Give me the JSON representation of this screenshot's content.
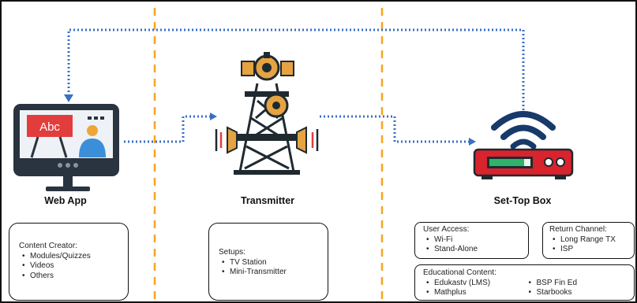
{
  "columns": {
    "web_app": {
      "title": "Web App",
      "box": {
        "heading": "Content Creator:",
        "items": [
          "Modules/Quizzes",
          "Videos",
          "Others"
        ]
      }
    },
    "transmitter": {
      "title": "Transmitter",
      "box": {
        "heading": "Setups:",
        "items": [
          "TV Station",
          "Mini-Transmitter"
        ]
      }
    },
    "set_top_box": {
      "title": "Set-Top Box",
      "user_access": {
        "heading": "User Access:",
        "items": [
          "Wi-Fi",
          "Stand-Alone"
        ]
      },
      "return_channel": {
        "heading": "Return Channel:",
        "items": [
          "Long Range TX",
          "ISP"
        ]
      },
      "educational_content": {
        "heading": "Educational Content:",
        "items_left": [
          "Edukastv (LMS)",
          "Mathplus"
        ],
        "items_right": [
          "BSP Fin Ed",
          "Starbooks"
        ]
      }
    }
  },
  "monitor_screen": {
    "board_text": "Abc"
  },
  "colors": {
    "connector": "#3a6fc4",
    "divider": "#f5a623",
    "monitor_frame": "#2a3440",
    "board_red": "#e23d3d",
    "avatar_blue": "#3b8fd9",
    "tower_dark": "#1f2a30",
    "tower_orange": "#e5a341",
    "stb_red": "#d9232d",
    "wifi_navy": "#173a6b",
    "display_green": "#2fb36a"
  }
}
